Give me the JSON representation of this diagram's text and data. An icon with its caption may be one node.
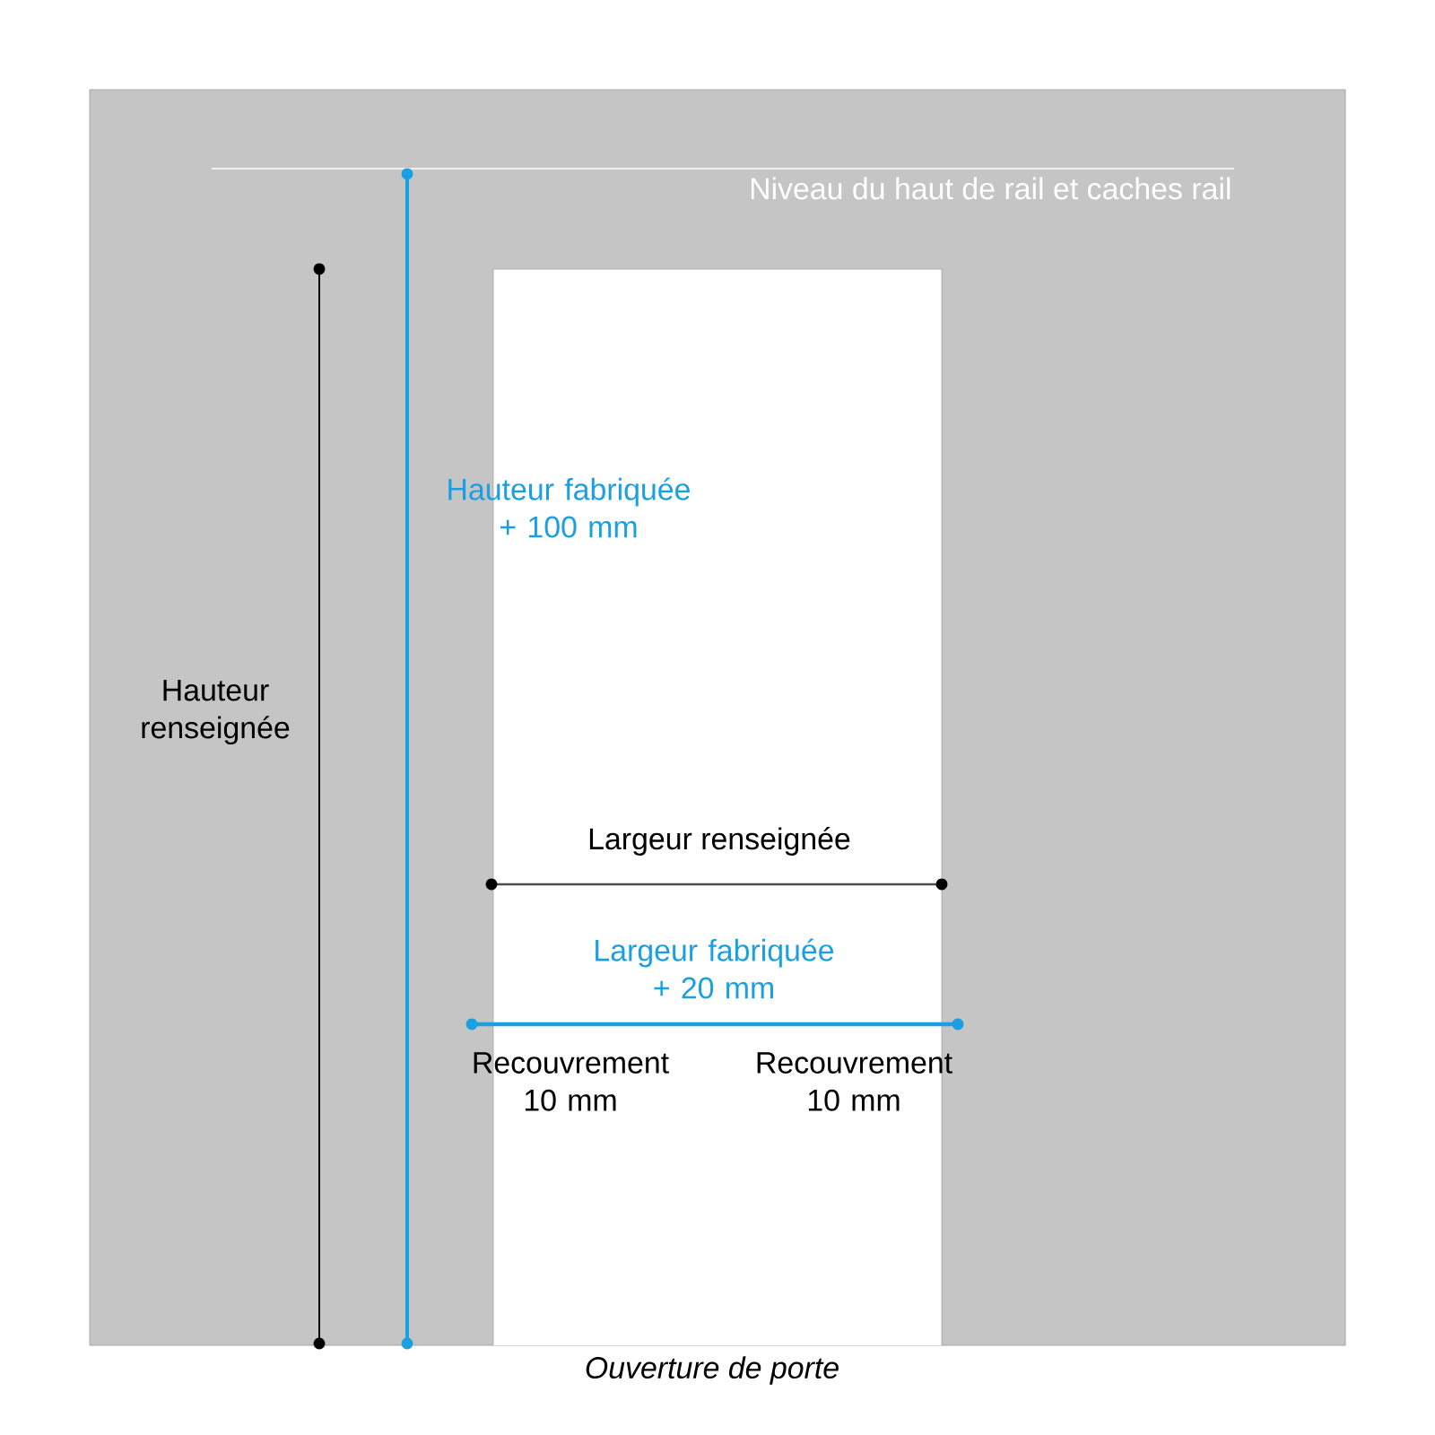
{
  "diagram": {
    "labels": [
      "Niveau du haut de rail et caches rail",
      "Hauteur fabriquée + 100 mm",
      "Hauteur renseignée",
      "Largeur renseignée",
      "Largeur fabriquée + 20 mm",
      "Recouvrement 10 mm",
      "Recouvrement 10 mm",
      "Ouverture de porte"
    ]
  }
}
